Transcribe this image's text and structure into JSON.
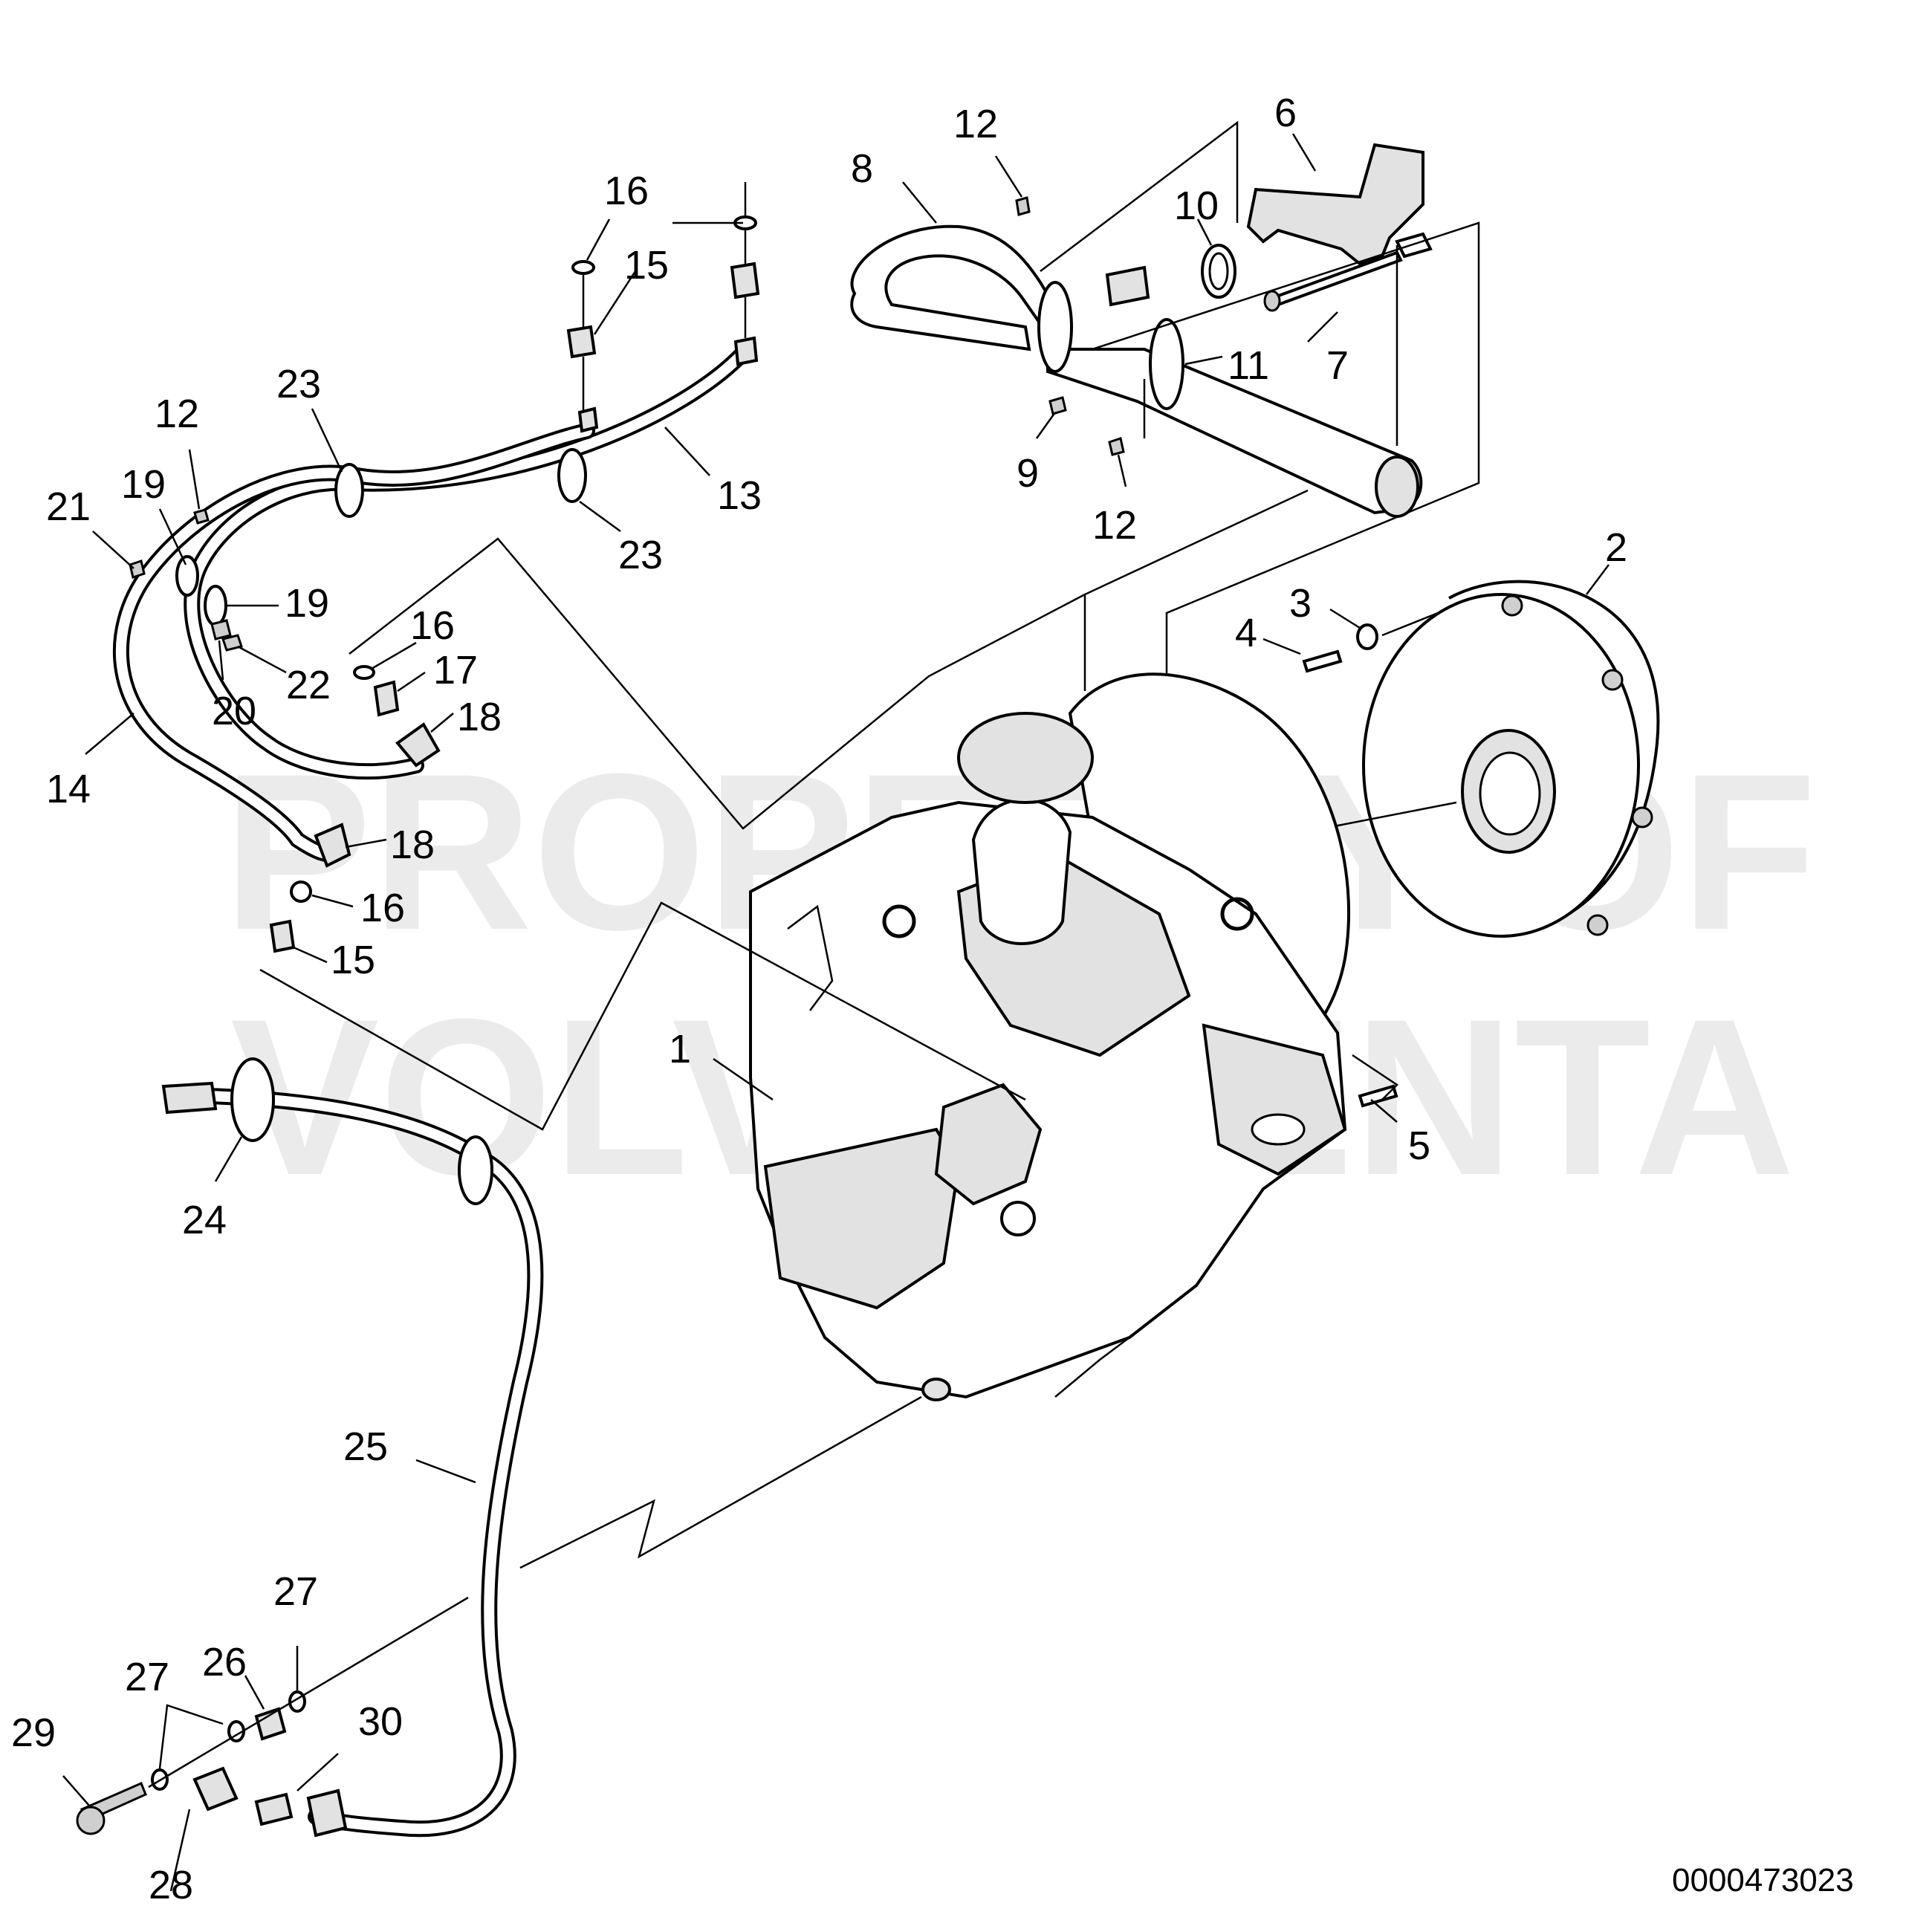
{
  "watermark": {
    "line1": "PROPERTY OF",
    "line2": "VOLVO PENTA"
  },
  "document_id": "0000473023",
  "callouts": {
    "c1": "1",
    "c2": "2",
    "c3": "3",
    "c4": "4",
    "c5": "5",
    "c6": "6",
    "c7": "7",
    "c8": "8",
    "c9": "9",
    "c10": "10",
    "c11": "11",
    "c12a": "12",
    "c12b": "12",
    "c12c": "12",
    "c13": "13",
    "c14": "14",
    "c15a": "15",
    "c15b": "15",
    "c16a": "16",
    "c16b": "16",
    "c16c": "16",
    "c17": "17",
    "c18a": "18",
    "c18b": "18",
    "c19a": "19",
    "c19b": "19",
    "c20": "20",
    "c21": "21",
    "c22": "22",
    "c23a": "23",
    "c23b": "23",
    "c24": "24",
    "c25": "25",
    "c26": "26",
    "c27a": "27",
    "c27b": "27",
    "c28": "28",
    "c29": "29",
    "c30": "30"
  }
}
